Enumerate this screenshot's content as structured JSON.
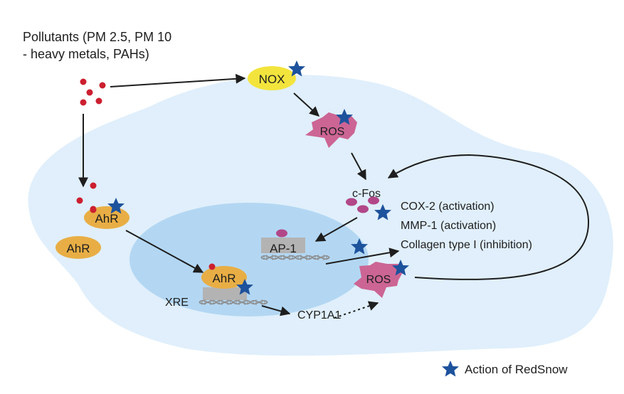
{
  "title_lines": [
    "Pollutants (PM 2.5, PM 10",
    "- heavy metals, PAHs)"
  ],
  "nodes": {
    "nox": "NOX",
    "ros_top": "ROS",
    "ros_bottom": "ROS",
    "cfos": "c-Fos",
    "ahr_bound": "AhR",
    "ahr_free": "AhR",
    "ahr_nucleus": "AhR",
    "ap1": "AP-1",
    "xre": "XRE",
    "cyp1a1": "CYP1A1"
  },
  "effects": [
    "COX-2 (activation)",
    "MMP-1 (activation)",
    "Collagen type I (inhibition)"
  ],
  "legend": {
    "icon": "star-icon",
    "label": "Action of RedSnow"
  },
  "colors": {
    "cell": "#e0effb",
    "nucleus": "#b3d7f3",
    "pollutant": "#cc1f2f",
    "nox": "#f3e43d",
    "ros": "#cc6594",
    "ahr": "#e8ae45",
    "cfos": "#b24788",
    "gray_box": "#b3b3b3",
    "star": "#1d529c",
    "arrow": "#1e1e1e"
  }
}
